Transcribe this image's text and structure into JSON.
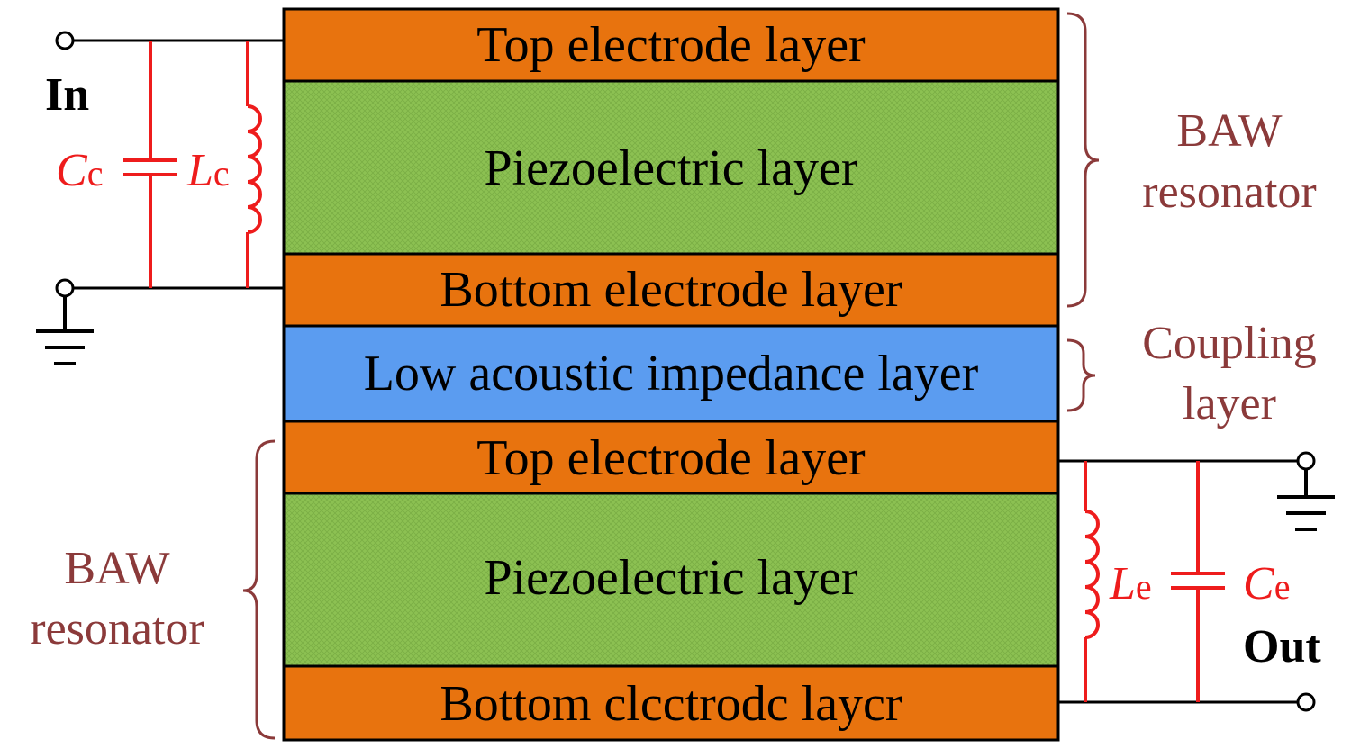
{
  "layers": {
    "top_electrode_1": "Top electrode layer",
    "piezo_1": "Piezoelectric layer",
    "bottom_electrode_1": "Bottom electrode layer",
    "low_impedance": "Low acoustic impedance layer",
    "top_electrode_2": "Top electrode layer",
    "piezo_2": "Piezoelectric layer",
    "bottom_electrode_2": "Bottom clcctrodc laycr"
  },
  "labels": {
    "in": "In",
    "out": "Out",
    "baw_top_line1": "BAW",
    "baw_top_line2": "resonator",
    "coupling_line1": "Coupling",
    "coupling_line2": "layer",
    "baw_bottom_line1": "BAW",
    "baw_bottom_line2": "resonator"
  },
  "components": {
    "input_capacitor": {
      "symbol": "C",
      "subscript": "c"
    },
    "input_inductor": {
      "symbol": "L",
      "subscript": "c"
    },
    "output_inductor": {
      "symbol": "L",
      "subscript": "e"
    },
    "output_capacitor": {
      "symbol": "C",
      "subscript": "e"
    }
  },
  "colors": {
    "electrode": "#E8730E",
    "piezo": "#8CC152",
    "low_impedance": "#5B9CF0",
    "brace": "#8B3A3A",
    "circuit_red": "#EE1C1C",
    "wire": "#000000"
  }
}
